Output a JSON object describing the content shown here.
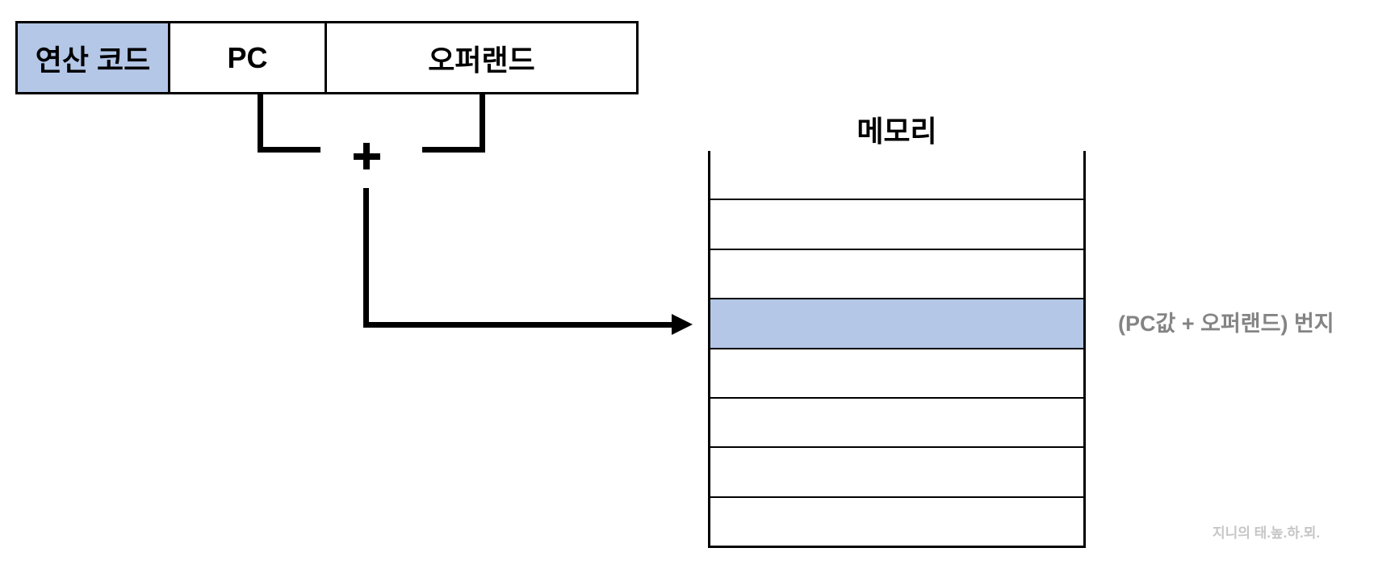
{
  "instruction_format": {
    "cells": [
      {
        "label": "연산 코드",
        "highlighted": true
      },
      {
        "label": "PC",
        "highlighted": false
      },
      {
        "label": "오퍼랜드",
        "highlighted": false
      }
    ]
  },
  "adder": {
    "operator_symbol": "+"
  },
  "memory": {
    "title": "메모리",
    "row_count": 8,
    "rows": [
      {
        "highlighted": false
      },
      {
        "highlighted": false
      },
      {
        "highlighted": false
      },
      {
        "highlighted": true
      },
      {
        "highlighted": false
      },
      {
        "highlighted": false
      },
      {
        "highlighted": false
      },
      {
        "highlighted": false
      }
    ],
    "highlighted_row_label": "(PC값 + 오퍼랜드) 번지"
  },
  "watermark": "지니의 태.높.하.뫼.",
  "colors": {
    "highlight_blue": "#b4c7e7",
    "line_black": "#000000",
    "label_gray": "#848484",
    "watermark_gray": "#c6c6c6"
  }
}
